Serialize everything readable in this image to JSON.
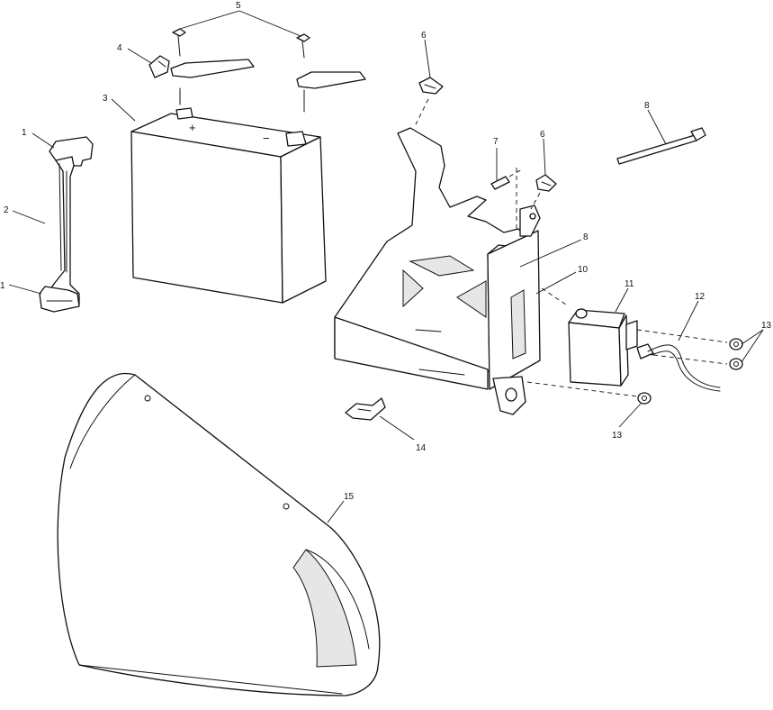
{
  "callouts": {
    "c1a": "1",
    "c1b": "1",
    "c2": "2",
    "c3": "3",
    "c4": "4",
    "c5": "5",
    "c6a": "6",
    "c6b": "6",
    "c7": "7",
    "c8a": "8",
    "c8b": "8",
    "c10": "10",
    "c11": "11",
    "c12": "12",
    "c13a": "13",
    "c13b": "13",
    "c14": "14",
    "c15": "15"
  },
  "battery": {
    "plus_symbol": "+",
    "minus_symbol": "−"
  },
  "colors": {
    "line": "#111111",
    "background": "#ffffff",
    "shading": "#e6e6e6"
  }
}
